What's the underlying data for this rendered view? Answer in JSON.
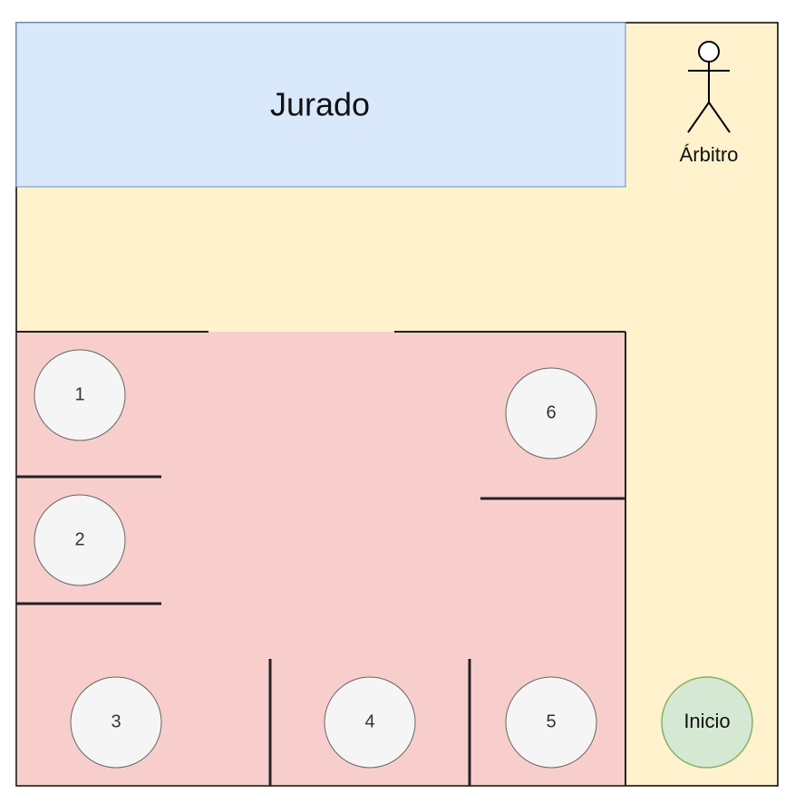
{
  "diagram": {
    "colors": {
      "floor": "#fff2cc",
      "jury_area": "#dae8fc",
      "jury_border": "#6c8ebf",
      "stations_area": "#f8cecc",
      "station_fill": "#f5f5f5",
      "station_border": "#666666",
      "start_fill": "#d5e8d4",
      "start_border": "#82b366",
      "wall": "#222222"
    },
    "jury": {
      "label": "Jurado"
    },
    "referee": {
      "label": "Árbitro",
      "icon": "stick-figure-actor"
    },
    "start": {
      "label": "Inicio"
    },
    "stations": [
      {
        "label": "1"
      },
      {
        "label": "2"
      },
      {
        "label": "3"
      },
      {
        "label": "4"
      },
      {
        "label": "5"
      },
      {
        "label": "6"
      }
    ]
  }
}
